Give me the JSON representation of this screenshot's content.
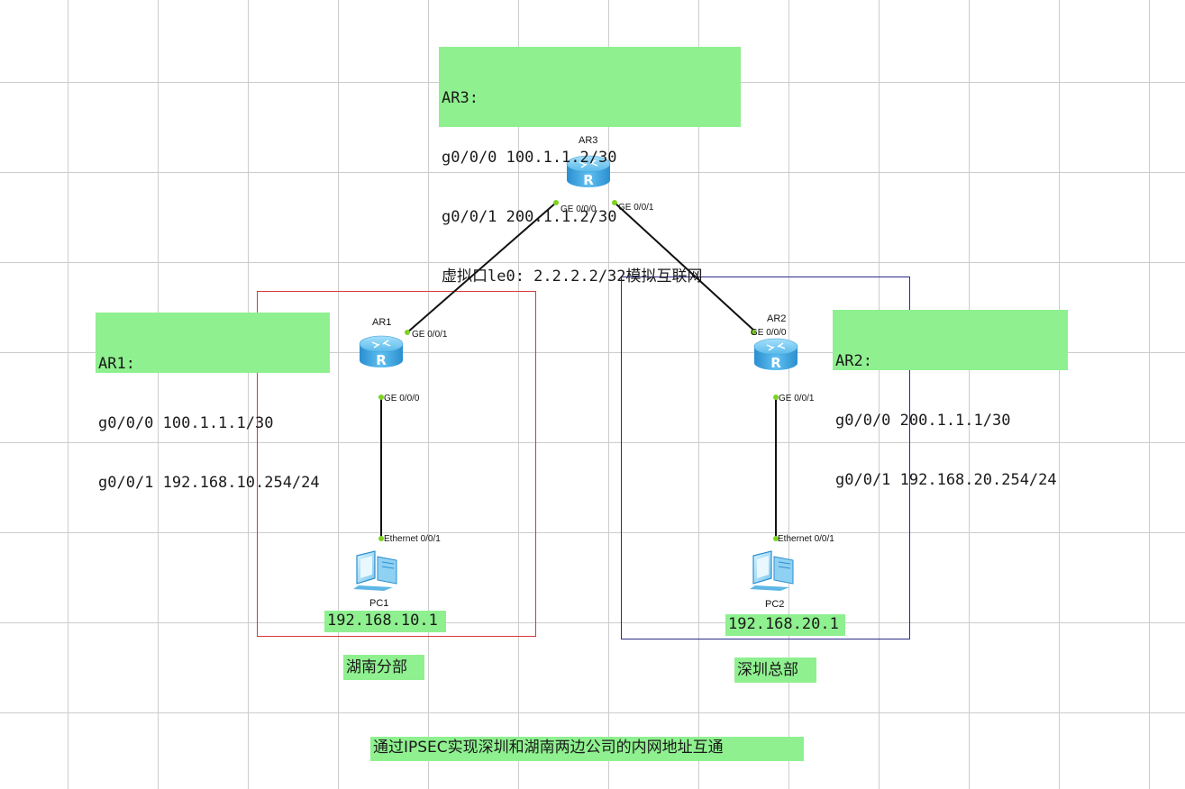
{
  "devices": {
    "ar3": {
      "name": "AR3"
    },
    "ar1": {
      "name": "AR1"
    },
    "ar2": {
      "name": "AR2"
    },
    "pc1": {
      "name": "PC1"
    },
    "pc2": {
      "name": "PC2"
    }
  },
  "ports": {
    "ar3_ge000": "GE 0/0/0",
    "ar3_ge001": "GE 0/0/1",
    "ar1_ge001": "GE 0/0/1",
    "ar1_ge000": "GE 0/0/0",
    "ar2_ge000": "GE 0/0/0",
    "ar2_ge001": "GE 0/0/1",
    "pc1_eth": "Ethernet 0/0/1",
    "pc2_eth": "Ethernet 0/0/1"
  },
  "notes": {
    "ar3": [
      "AR3:",
      "g0/0/0 100.1.1.2/30",
      "g0/0/1 200.1.1.2/30",
      "虚拟口le0: 2.2.2.2/32模拟互联网"
    ],
    "ar1": [
      "AR1:",
      "g0/0/0 100.1.1.1/30",
      "g0/0/1 192.168.10.254/24"
    ],
    "ar2": [
      "AR2:",
      "g0/0/0 200.1.1.1/30",
      "g0/0/1 192.168.20.254/24"
    ],
    "pc1_ip": "192.168.10.1",
    "pc2_ip": "192.168.20.1",
    "hunan": "湖南分部",
    "shenzhen": "深圳总部",
    "caption": "通过IPSEC实现深圳和湖南两边公司的内网地址互通"
  },
  "colors": {
    "note_bg": "#8ff08f",
    "hunan_border": "#d9383a",
    "shenzhen_border": "#2b2b8a",
    "router": "#4fb3e6",
    "port_dot": "#7ed321"
  }
}
